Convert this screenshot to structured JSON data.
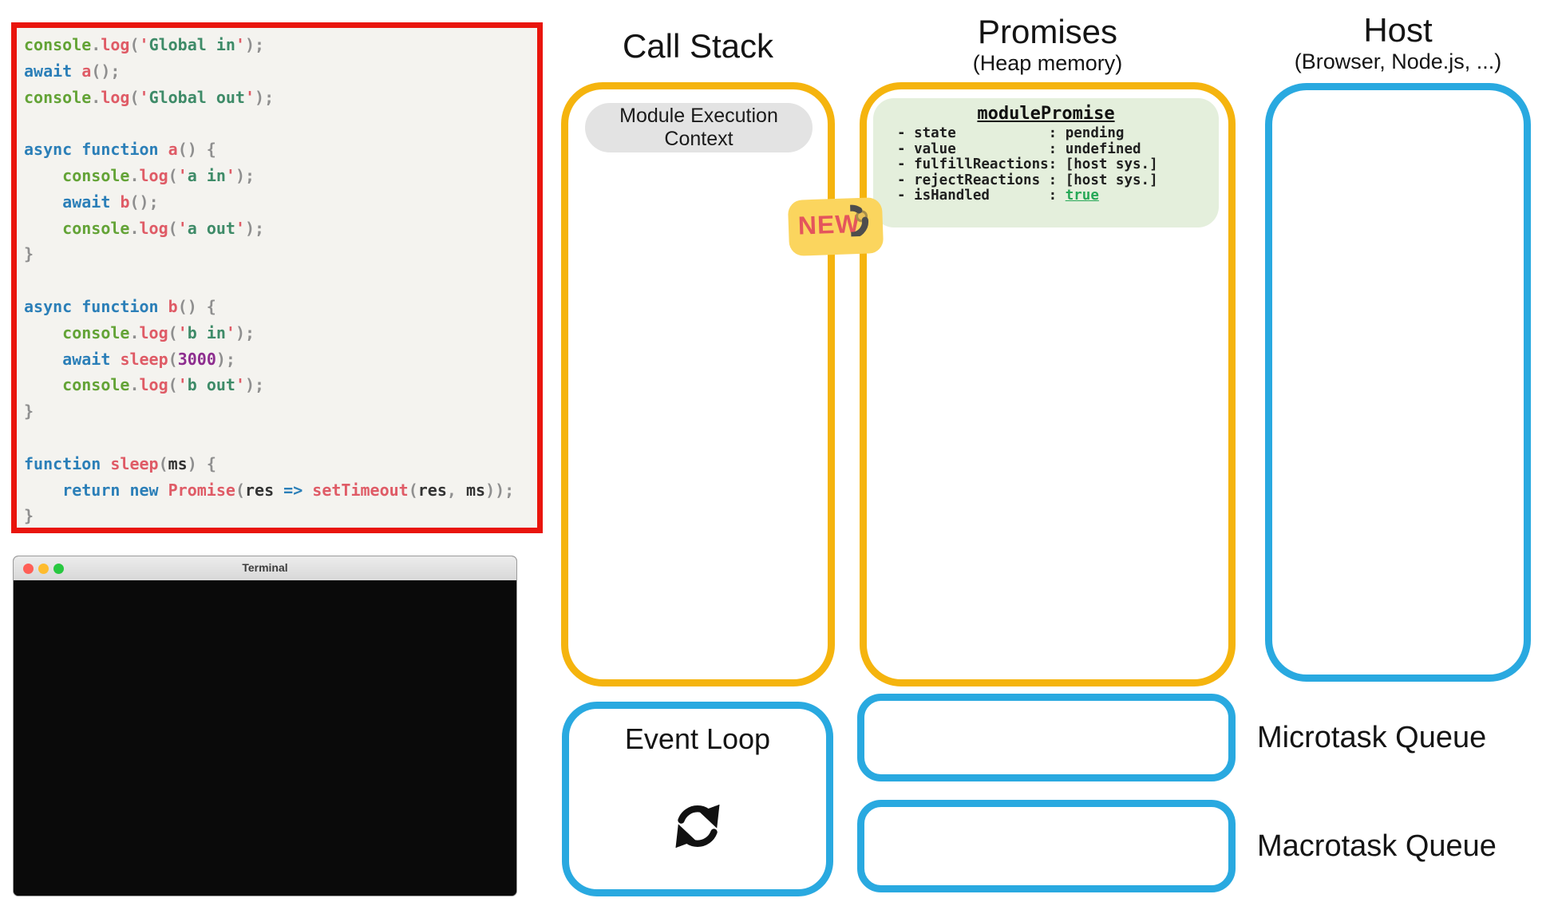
{
  "colors": {
    "container_yellow": "#F5B40E",
    "container_blue": "#29A9E0",
    "code_border_red": "#E9150D",
    "promise_box_green": "#E4EFDC",
    "tag_yellow": "#FBD55E",
    "tag_text_red": "#E4555C",
    "true_green": "#27A857",
    "traffic_lights": [
      "#FF5F57",
      "#FEBC2E",
      "#28C840"
    ]
  },
  "code": {
    "lines": [
      [
        [
          "obj",
          "console"
        ],
        [
          "pn",
          "."
        ],
        [
          "fn",
          "log"
        ],
        [
          "pn",
          "("
        ],
        [
          "q",
          "'"
        ],
        [
          "str",
          "Global in"
        ],
        [
          "q",
          "'"
        ],
        [
          "pn",
          ");"
        ]
      ],
      [
        [
          "kw",
          "await"
        ],
        [
          "pl",
          " "
        ],
        [
          "fn",
          "a"
        ],
        [
          "pn",
          "();"
        ]
      ],
      [
        [
          "obj",
          "console"
        ],
        [
          "pn",
          "."
        ],
        [
          "fn",
          "log"
        ],
        [
          "pn",
          "("
        ],
        [
          "q",
          "'"
        ],
        [
          "str",
          "Global out"
        ],
        [
          "q",
          "'"
        ],
        [
          "pn",
          ");"
        ]
      ],
      [],
      [
        [
          "kw",
          "async"
        ],
        [
          "pl",
          " "
        ],
        [
          "kw",
          "function"
        ],
        [
          "pl",
          " "
        ],
        [
          "fn",
          "a"
        ],
        [
          "pn",
          "() {"
        ]
      ],
      [
        [
          "pl",
          "    "
        ],
        [
          "obj",
          "console"
        ],
        [
          "pn",
          "."
        ],
        [
          "fn",
          "log"
        ],
        [
          "pn",
          "("
        ],
        [
          "q",
          "'"
        ],
        [
          "str",
          "a in"
        ],
        [
          "q",
          "'"
        ],
        [
          "pn",
          ");"
        ]
      ],
      [
        [
          "pl",
          "    "
        ],
        [
          "kw",
          "await"
        ],
        [
          "pl",
          " "
        ],
        [
          "fn",
          "b"
        ],
        [
          "pn",
          "();"
        ]
      ],
      [
        [
          "pl",
          "    "
        ],
        [
          "obj",
          "console"
        ],
        [
          "pn",
          "."
        ],
        [
          "fn",
          "log"
        ],
        [
          "pn",
          "("
        ],
        [
          "q",
          "'"
        ],
        [
          "str",
          "a out"
        ],
        [
          "q",
          "'"
        ],
        [
          "pn",
          ");"
        ]
      ],
      [
        [
          "pn",
          "}"
        ]
      ],
      [],
      [
        [
          "kw",
          "async"
        ],
        [
          "pl",
          " "
        ],
        [
          "kw",
          "function"
        ],
        [
          "pl",
          " "
        ],
        [
          "fn",
          "b"
        ],
        [
          "pn",
          "() {"
        ]
      ],
      [
        [
          "pl",
          "    "
        ],
        [
          "obj",
          "console"
        ],
        [
          "pn",
          "."
        ],
        [
          "fn",
          "log"
        ],
        [
          "pn",
          "("
        ],
        [
          "q",
          "'"
        ],
        [
          "str",
          "b in"
        ],
        [
          "q",
          "'"
        ],
        [
          "pn",
          ");"
        ]
      ],
      [
        [
          "pl",
          "    "
        ],
        [
          "kw",
          "await"
        ],
        [
          "pl",
          " "
        ],
        [
          "fn",
          "sleep"
        ],
        [
          "pn",
          "("
        ],
        [
          "num",
          "3000"
        ],
        [
          "pn",
          ");"
        ]
      ],
      [
        [
          "pl",
          "    "
        ],
        [
          "obj",
          "console"
        ],
        [
          "pn",
          "."
        ],
        [
          "fn",
          "log"
        ],
        [
          "pn",
          "("
        ],
        [
          "q",
          "'"
        ],
        [
          "str",
          "b out"
        ],
        [
          "q",
          "'"
        ],
        [
          "pn",
          ");"
        ]
      ],
      [
        [
          "pn",
          "}"
        ]
      ],
      [],
      [
        [
          "kw",
          "function"
        ],
        [
          "pl",
          " "
        ],
        [
          "fn",
          "sleep"
        ],
        [
          "pn",
          "("
        ],
        [
          "pl",
          "ms"
        ],
        [
          "pn",
          ") {"
        ]
      ],
      [
        [
          "pl",
          "    "
        ],
        [
          "kw",
          "return"
        ],
        [
          "pl",
          " "
        ],
        [
          "kw",
          "new"
        ],
        [
          "pl",
          " "
        ],
        [
          "fn",
          "Promise"
        ],
        [
          "pn",
          "("
        ],
        [
          "pl",
          "res"
        ],
        [
          "pl",
          " "
        ],
        [
          "kw",
          "=>"
        ],
        [
          "pl",
          " "
        ],
        [
          "fn",
          "setTimeout"
        ],
        [
          "pn",
          "("
        ],
        [
          "pl",
          "res"
        ],
        [
          "pn",
          ", "
        ],
        [
          "pl",
          "ms"
        ],
        [
          "pn",
          "));"
        ]
      ],
      [
        [
          "pn",
          "}"
        ]
      ]
    ]
  },
  "terminal": {
    "title": "Terminal"
  },
  "call_stack": {
    "title": "Call Stack",
    "frame_label": "Module Execution Context"
  },
  "promises": {
    "title": "Promises",
    "subtitle": "(Heap memory)",
    "new_tag": "NEW",
    "module_promise": {
      "title": "modulePromise",
      "rows": [
        "- state           : pending",
        "- value           : undefined",
        "- fulfillReactions: [host sys.]",
        "- rejectReactions : [host sys.]"
      ],
      "is_handled_prefix": "- isHandled       : ",
      "is_handled_value": "true"
    }
  },
  "host": {
    "title": "Host",
    "subtitle": "(Browser, Node.js, ...)"
  },
  "event_loop": {
    "title": "Event Loop"
  },
  "queues": {
    "microtask_label": "Microtask Queue",
    "macrotask_label": "Macrotask Queue"
  }
}
